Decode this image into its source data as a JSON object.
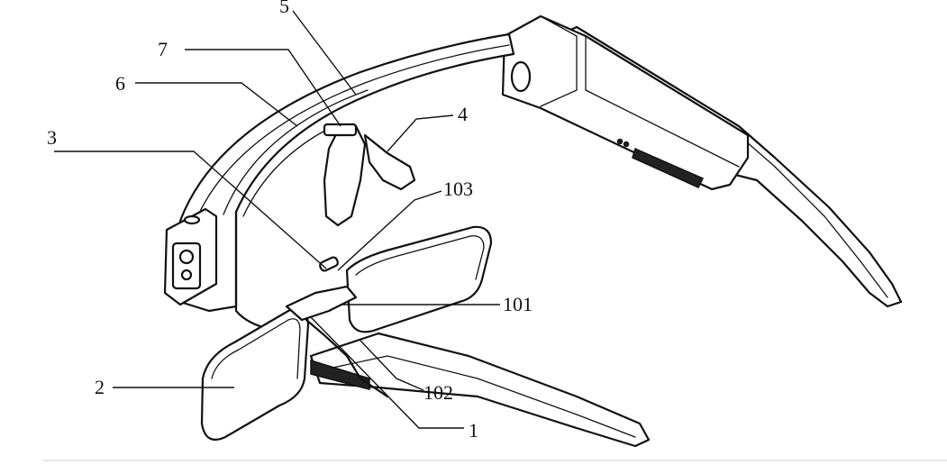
{
  "figure": {
    "reference_labels": {
      "r1": "1",
      "r2": "2",
      "r3": "3",
      "r4": "4",
      "r5": "5",
      "r6": "6",
      "r7": "7",
      "r101": "101",
      "r102": "102",
      "r103": "103"
    }
  },
  "colors": {
    "ink": "#111111",
    "paper": "#ffffff"
  }
}
